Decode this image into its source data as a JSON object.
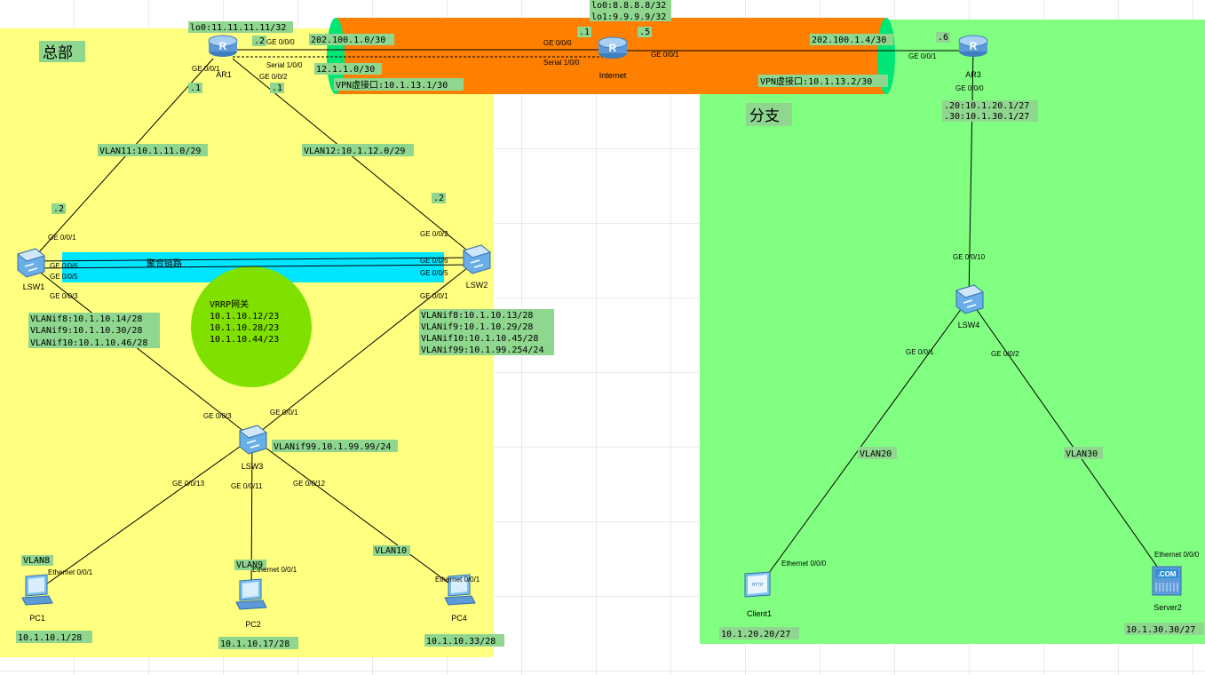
{
  "areas": {
    "hq": "总部",
    "branch": "分支"
  },
  "devices": {
    "ar1": "AR1",
    "internet": "Internet",
    "ar3": "AR3",
    "lsw1": "LSW1",
    "lsw2": "LSW2",
    "lsw3": "LSW3",
    "lsw4": "LSW4",
    "pc1": "PC1",
    "pc2": "PC2",
    "pc4": "PC4",
    "client1": "Client1",
    "server2": "Server2"
  },
  "labels": {
    "ar1_lo0": "lo0:11.11.11.11/32",
    "inet_lo0": "lo0:8.8.8.8/32",
    "inet_lo1": "lo1:9.9.9.9/32",
    "net_ar1_inet": "202.100.1.0/30",
    "net_serial": "12.1.1.0/30",
    "vpn_hq": "VPN虚接口:10.1.13.1/30",
    "net_inet_ar3": "202.100.1.4/30",
    "vpn_branch": "VPN虚接口:10.1.13.2/30",
    "ar3_sub1": ".20:10.1.20.1/27",
    "ar3_sub2": ".30:10.1.30.1/27",
    "vlan11": "VLAN11:10.1.11.0/29",
    "vlan12": "VLAN12:10.1.12.0/29",
    "agg": "聚合链路",
    "lsw1_vlanif": [
      "VLANif8:10.1.10.14/28",
      "VLANif9:10.1.10.30/28",
      "VLANif10:10.1.10.46/28"
    ],
    "lsw2_vlanif": [
      "VLANif8:10.1.10.13/28",
      "VLANif9:10.1.10.29/28",
      "VLANif10:10.1.10.45/28",
      "VLANif99:10.1.99.254/24"
    ],
    "vrrp": [
      "VRRP网关",
      "10.1.10.12/23",
      "10.1.10.28/23",
      "10.1.10.44/23"
    ],
    "lsw3_vlanif": "VLANif99.10.1.99.99/24",
    "vlan8": "VLAN8",
    "vlan9": "VLAN9",
    "vlan10": "VLAN10",
    "vlan20": "VLAN20",
    "vlan30": "VLAN30",
    "pc1_ip": "10.1.10.1/28",
    "pc2_ip": "10.1.10.17/28",
    "pc4_ip": "10.1.10.33/28",
    "client1_ip": "10.1.20.20/27",
    "server2_ip": "10.1.30.30/27",
    "d_ar1_inet": ".2",
    "d_inet_left": ".1",
    "d_inet_right": ".5",
    "d_ar3": ".6",
    "d_ar1_lsw1": ".1",
    "d_ar1_lsw2": ".1",
    "d_lsw1": ".2",
    "d_lsw2": ".2"
  },
  "ports": {
    "ar1_g000": "GE 0/0/0",
    "ar1_serial": "Serial 1/0/0",
    "ar1_g001": "GE 0/0/1",
    "ar1_g002": "GE 0/0/2",
    "inet_g000": "GE 0/0/0",
    "inet_serial": "Serial 1/0/0",
    "inet_g001": "GE 0/0/1",
    "ar3_g001": "GE 0/0/1",
    "ar3_g000": "GE 0/0/0",
    "lsw1_g001": "GE 0/0/1",
    "lsw1_g006": "GE 0/0/6",
    "lsw1_g005": "GE 0/0/5",
    "lsw1_g003": "GE 0/0/3",
    "lsw2_g002": "GE 0/0/2",
    "lsw2_g006": "GE 0/0/6",
    "lsw2_g005": "GE 0/0/5",
    "lsw2_g001": "GE 0/0/1",
    "lsw3_g003": "GE 0/0/3",
    "lsw3_g001": "GE 0/0/1",
    "lsw3_g013": "GE 0/0/13",
    "lsw3_g011": "GE 0/0/11",
    "lsw3_g012": "GE 0/0/12",
    "lsw4_g010": "GE 0/0/10",
    "lsw4_g001": "GE 0/0/1",
    "lsw4_g002": "GE 0/0/2",
    "pc1_eth": "Ethernet 0/0/1",
    "pc2_eth": "Ethernet 0/0/1",
    "pc4_eth": "Ethernet 0/0/1",
    "client1_eth": "Ethernet 0/0/0",
    "server2_eth": "Ethernet 0/0/0"
  },
  "icons": {
    "router": "router-icon",
    "switch": "switch-icon",
    "pc": "pc-icon",
    "client": "client-icon",
    "server": "server-icon"
  },
  "colors": {
    "hq": "#ffff80",
    "branch": "#80ff80",
    "tunnel": "#ff8000",
    "tunnel_cap": "#00e676",
    "agg": "#00e5ff",
    "vrrp": "#80e000",
    "label_bg": "#8fd68f"
  }
}
